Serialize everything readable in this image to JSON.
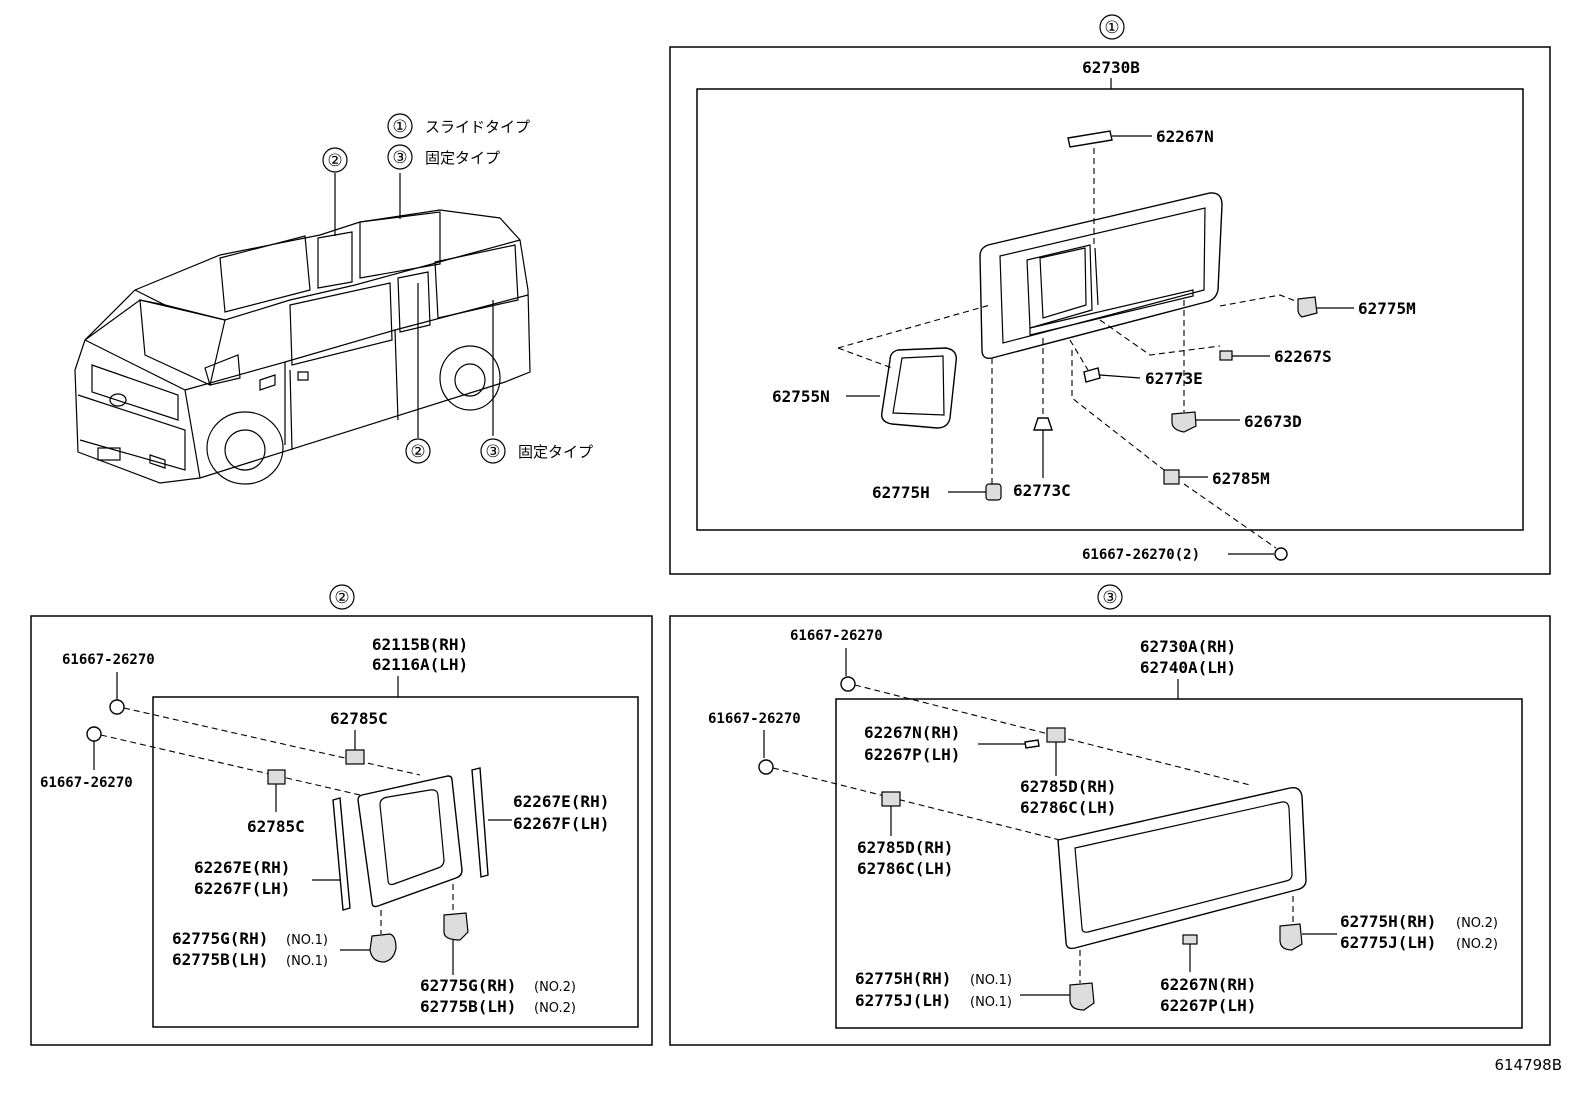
{
  "overview": {
    "legend": [
      {
        "num": "①",
        "text": "スライドタイプ"
      },
      {
        "num": "③",
        "text": "固定タイプ"
      }
    ],
    "callouts": [
      {
        "num": "②"
      },
      {
        "num": "③"
      },
      {
        "num": "②"
      },
      {
        "num": "③",
        "text": "固定タイプ"
      }
    ]
  },
  "section1": {
    "num": "①",
    "assembly": "62730B",
    "parts": {
      "p62267N": "62267N",
      "p62775M": "62775M",
      "p62267S": "62267S",
      "p62773E": "62773E",
      "p62755N": "62755N",
      "p62673D": "62673D",
      "p62785M": "62785M",
      "p62775H": "62775H",
      "p62773C": "62773C",
      "screw": "61667-26270(2)"
    }
  },
  "section2": {
    "num": "②",
    "assembly_rh": "62115B(RH)",
    "assembly_lh": "62116A(LH)",
    "screw_top": "61667-26270",
    "screw_bottom": "61667-26270",
    "p62785C_top": "62785C",
    "p62785C_left": "62785C",
    "right_strip_rh": "62267E(RH)",
    "right_strip_lh": "62267F(LH)",
    "left_strip_rh": "62267E(RH)",
    "left_strip_lh": "62267F(LH)",
    "no1_rh": "62775G(RH)",
    "no1_rh_note": "(NO.1)",
    "no1_lh": "62775B(LH)",
    "no1_lh_note": "(NO.1)",
    "no2_rh": "62775G(RH)",
    "no2_rh_note": "(NO.2)",
    "no2_lh": "62775B(LH)",
    "no2_lh_note": "(NO.2)"
  },
  "section3": {
    "num": "③",
    "assembly_rh": "62730A(RH)",
    "assembly_lh": "62740A(LH)",
    "screw_top": "61667-26270",
    "screw_left": "61667-26270",
    "n_rh": "62267N(RH)",
    "p_lh": "62267P(LH)",
    "clipA_rh": "62785D(RH)",
    "clipA_lh": "62786C(LH)",
    "clipB_rh": "62785D(RH)",
    "clipB_lh": "62786C(LH)",
    "hr_rh": "62775H(RH)",
    "hr_rh_note": "(NO.2)",
    "hr_lh": "62775J(LH)",
    "hr_lh_note": "(NO.2)",
    "hl_rh": "62775H(RH)",
    "hl_rh_note": "(NO.1)",
    "hl_lh": "62775J(LH)",
    "hl_lh_note": "(NO.1)",
    "bot_rh": "62267N(RH)",
    "bot_lh": "62267P(LH)"
  },
  "footer": {
    "ref": "614798B"
  }
}
